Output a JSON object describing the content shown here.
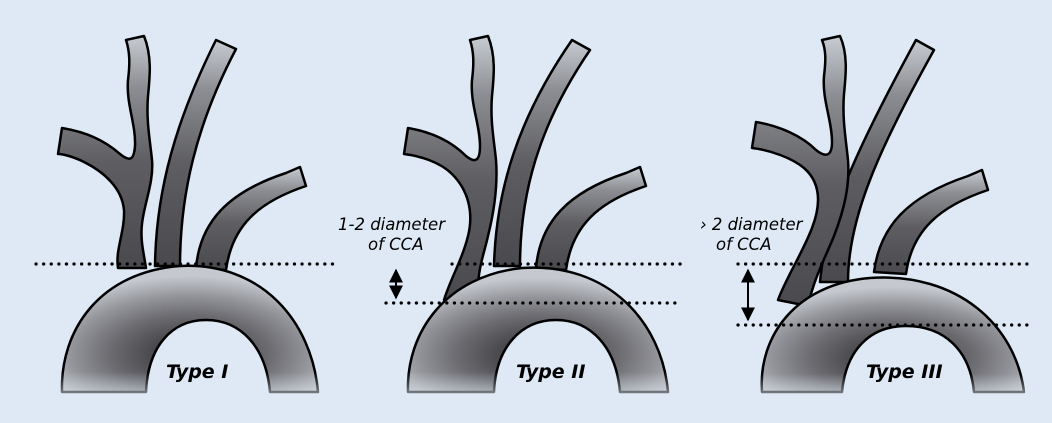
{
  "arch_types": [
    {
      "label": "Type I"
    },
    {
      "label": "Type II"
    },
    {
      "label": "Type III"
    }
  ],
  "annotations": {
    "type_ii": {
      "line1": "1-2 diameter",
      "line2": "of CCA"
    },
    "type_iii": {
      "line1": "› 2 diameter",
      "line2": "of CCA"
    }
  },
  "colors": {
    "background": "#dfe9f5",
    "vessel_dark": "#3e3e40",
    "vessel_mid": "#77777b",
    "vessel_light": "#c9cdd3",
    "outline": "#000000"
  }
}
